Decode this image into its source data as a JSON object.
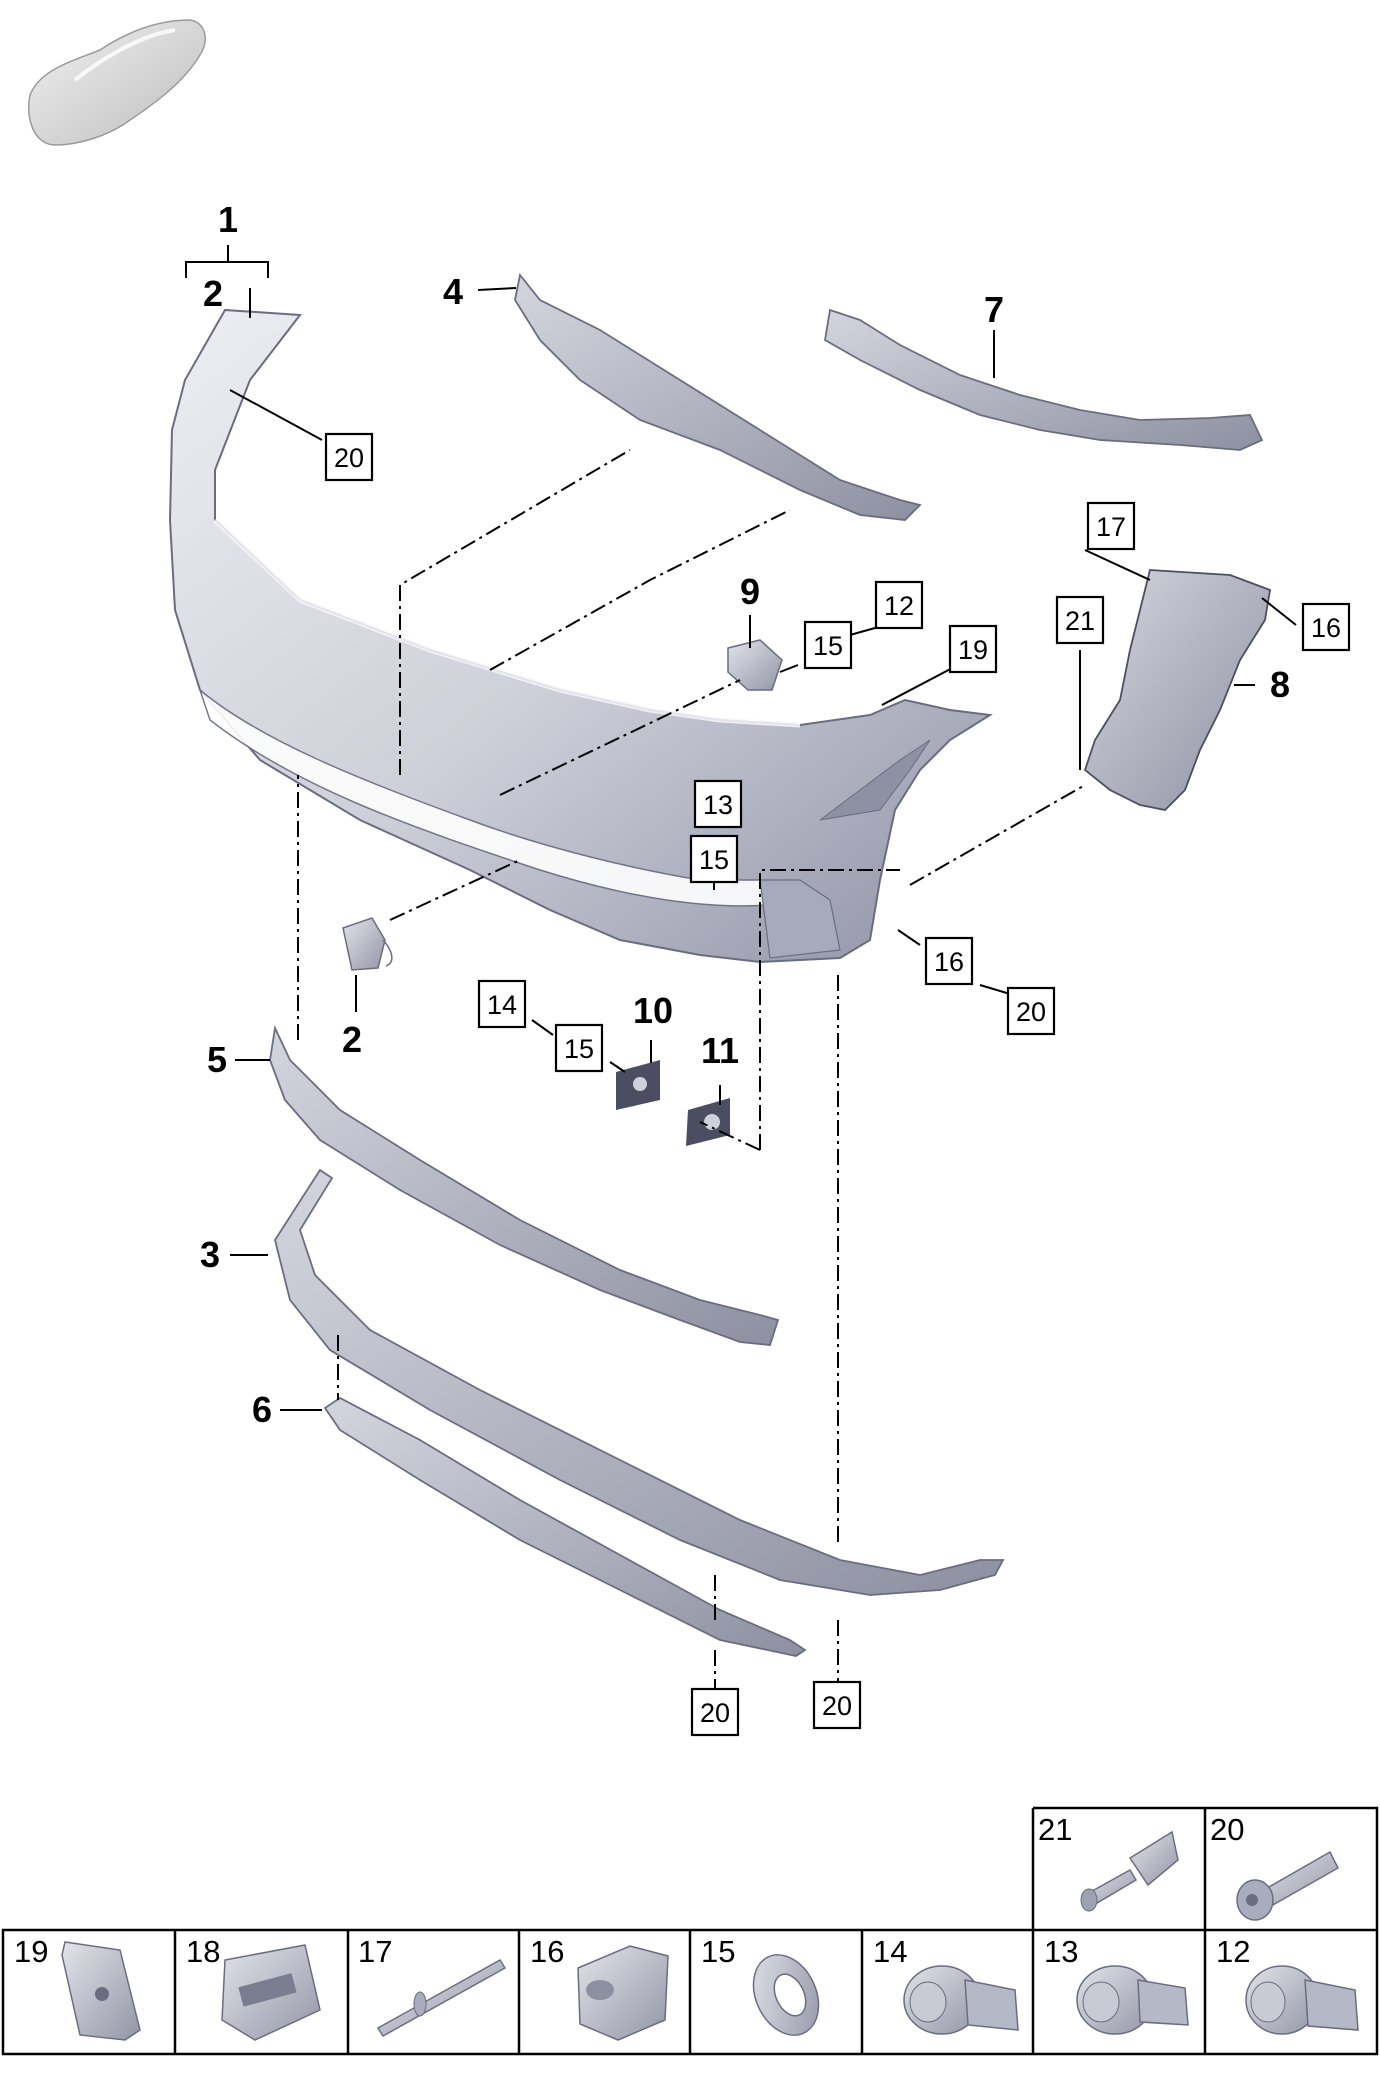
{
  "callouts": {
    "c1": "1",
    "c2a": "2",
    "c2b": "2",
    "c3": "3",
    "c4": "4",
    "c5": "5",
    "c6": "6",
    "c7": "7",
    "c8": "8",
    "c9": "9",
    "c10": "10",
    "c11": "11"
  },
  "boxes": {
    "b20a": "20",
    "b17": "17",
    "b21": "21",
    "b16a": "16",
    "b12": "12",
    "b15a": "15",
    "b19": "19",
    "b13": "13",
    "b15b": "15",
    "b16b": "16",
    "b20b": "20",
    "b14": "14",
    "b15c": "15",
    "b20c": "20",
    "b20d": "20"
  },
  "legend": {
    "top": [
      "21",
      "20"
    ],
    "bottom": [
      "19",
      "18",
      "17",
      "16",
      "15",
      "14",
      "13",
      "12"
    ]
  },
  "colors": {
    "part_light": "#d9dbe2",
    "part_mid": "#b9bcc8",
    "part_dark": "#6c6f80",
    "ink": "#000000"
  }
}
